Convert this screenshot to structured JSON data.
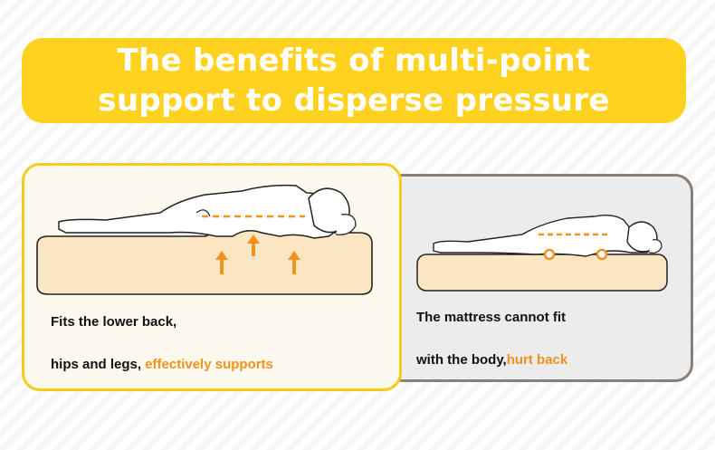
{
  "banner": {
    "line1": "The benefits of multi-point",
    "line2": "support to disperse pressure"
  },
  "left_panel": {
    "caption_line1": "Fits the lower back,",
    "caption_line2": "hips and legs, ",
    "caption_highlight": "effectively supports"
  },
  "right_panel": {
    "caption_line1": "The mattress cannot fit",
    "caption_line2": "with the body,",
    "caption_highlight": "hurt back"
  },
  "colors": {
    "banner_yellow": "#ffd21f",
    "highlight_orange": "#f0921c",
    "mattress": "#fbe6c4",
    "left_border": "#f3cd1b",
    "right_border": "#8c7f76"
  }
}
